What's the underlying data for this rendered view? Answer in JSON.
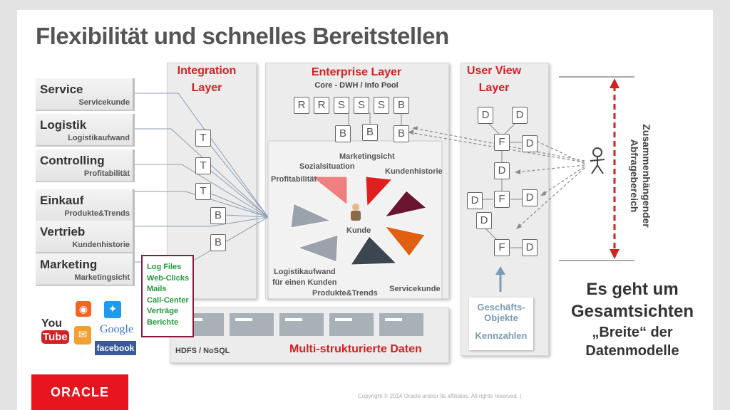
{
  "title": "Flexibilität und schnelles Bereitstellen",
  "sources": [
    {
      "name": "Service",
      "sub": "Servicekunde"
    },
    {
      "name": "Logistik",
      "sub": "Logistikaufwand"
    },
    {
      "name": "Controlling",
      "sub": "Profitabilität"
    },
    {
      "name": "Einkauf",
      "sub": "Produkte&Trends"
    },
    {
      "name": "Vertrieb",
      "sub": "Kundenhistorie"
    },
    {
      "name": "Marketing",
      "sub": "Marketingsicht"
    }
  ],
  "integration": {
    "title1": "Integration",
    "title2": "Layer",
    "boxes": [
      "T",
      "T",
      "T",
      "B",
      "B"
    ]
  },
  "enterprise": {
    "title": "Enterprise Layer",
    "subtitle": "Core - DWH / Info Pool",
    "row1": [
      "R",
      "R",
      "S",
      "S",
      "S",
      "B"
    ],
    "row2": [
      "B",
      "B",
      "B"
    ],
    "segments": [
      "Marketingsicht",
      "Sozialsituation",
      "Kundenhistorie",
      "Profitabilität",
      "Kunde",
      "Logistikaufwand",
      "für einen Kunden",
      "Produkte&Trends",
      "Servicekunde"
    ]
  },
  "userview": {
    "title1": "User View",
    "title2": "Layer",
    "boxes": [
      "D",
      "D",
      "F",
      "D",
      "D",
      "D",
      "F",
      "D",
      "D",
      "F",
      "D"
    ],
    "geschaefts1": "Geschäfts-",
    "geschaefts2": "Objekte",
    "kennzahlen": "Kennzahlen"
  },
  "log_items": [
    "Log Files",
    "Web-Clicks",
    "Mails",
    "Call-Center",
    "Verträge",
    "Berichte"
  ],
  "hdfs_label": "HDFS / NoSQL",
  "multi_label": "Multi-strukturierte Daten",
  "vertical_label1": "Zusammenhängender",
  "vertical_label2": "Abfragebereich",
  "message": {
    "line1": "Es geht um",
    "line2": "Gesamtsichten",
    "line3": "„Breite“ der",
    "line4": "Datenmodelle"
  },
  "social": {
    "youtube1": "You",
    "youtube2": "Tube",
    "google": "Google",
    "facebook": "facebook"
  },
  "footer": {
    "brand": "ORACLE",
    "copyright": "Copyright © 2014 Oracle and/or its affiliates. All rights reserved.  |"
  },
  "colors": {
    "accent": "#d32020",
    "panel": "#ececec",
    "pie_dark": "#3b4650",
    "pie_grey": "#9aa3ab",
    "pie_red": "#e02020",
    "pie_maroon": "#6b1530",
    "pie_orange": "#e0600f",
    "pie_pink": "#f08080"
  }
}
